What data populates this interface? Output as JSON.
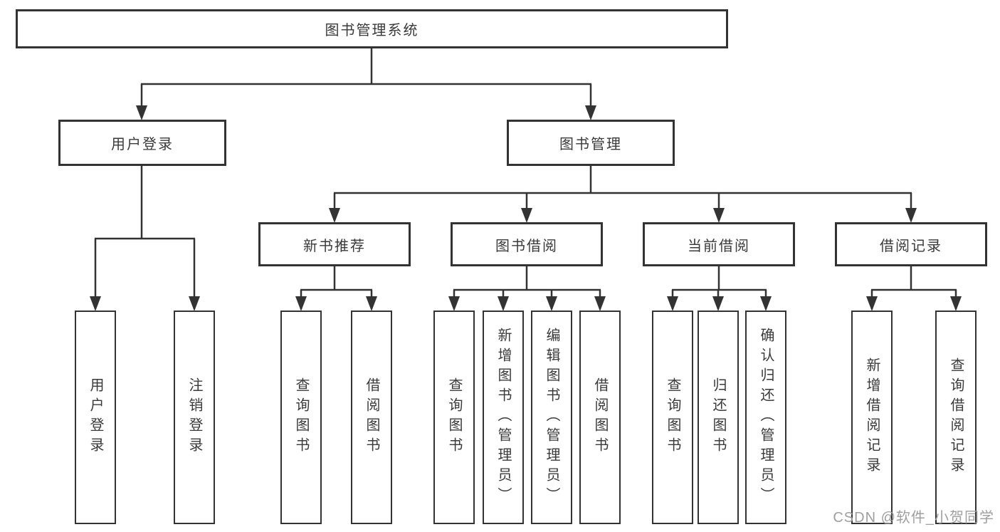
{
  "diagram": {
    "title_node": {
      "label": "图书管理系统"
    },
    "level2": [
      {
        "id": "user-login",
        "label": "用户登录"
      },
      {
        "id": "book-management",
        "label": "图书管理"
      }
    ],
    "level3": [
      {
        "id": "new-book-recommend",
        "label": "新书推荐",
        "parent": "图书管理"
      },
      {
        "id": "book-borrowing",
        "label": "图书借阅",
        "parent": "图书管理"
      },
      {
        "id": "current-borrowing",
        "label": "当前借阅",
        "parent": "图书管理"
      },
      {
        "id": "borrowing-records",
        "label": "借阅记录",
        "parent": "图书管理"
      }
    ],
    "leaves": [
      {
        "label": "用户登录",
        "parent": "用户登录"
      },
      {
        "label": "注销登录",
        "parent": "用户登录"
      },
      {
        "label": "查询图书",
        "parent": "新书推荐"
      },
      {
        "label": "借阅图书",
        "parent": "新书推荐"
      },
      {
        "label": "查询图书",
        "parent": "图书借阅"
      },
      {
        "label": "新增图书（管理员）",
        "parent": "图书借阅"
      },
      {
        "label": "编辑图书（管理员）",
        "parent": "图书借阅"
      },
      {
        "label": "借阅图书",
        "parent": "图书借阅"
      },
      {
        "label": "查询图书",
        "parent": "当前借阅"
      },
      {
        "label": "归还图书",
        "parent": "当前借阅"
      },
      {
        "label": "确认归还（管理员）",
        "parent": "当前借阅"
      },
      {
        "label": "新增借阅记录",
        "parent": "借阅记录"
      },
      {
        "label": "查询借阅记录",
        "parent": "借阅记录"
      }
    ],
    "colors": {
      "line": "#333333",
      "box_fill": "#ffffff",
      "text": "#3a3a3a",
      "watermark": "#9f9f9f"
    },
    "watermark": "CSDN @软件_小贺同学"
  }
}
